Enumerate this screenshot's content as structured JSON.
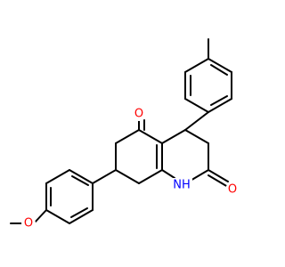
{
  "molecule": {
    "atom_labels": {
      "o_ketone": "O",
      "o_lactam": "O",
      "n_amide": "NH",
      "o_methoxy": "O"
    },
    "colors": {
      "oxygen": "#ff0000",
      "nitrogen": "#0000ff",
      "bond": "#000000",
      "background": "#ffffff"
    }
  }
}
